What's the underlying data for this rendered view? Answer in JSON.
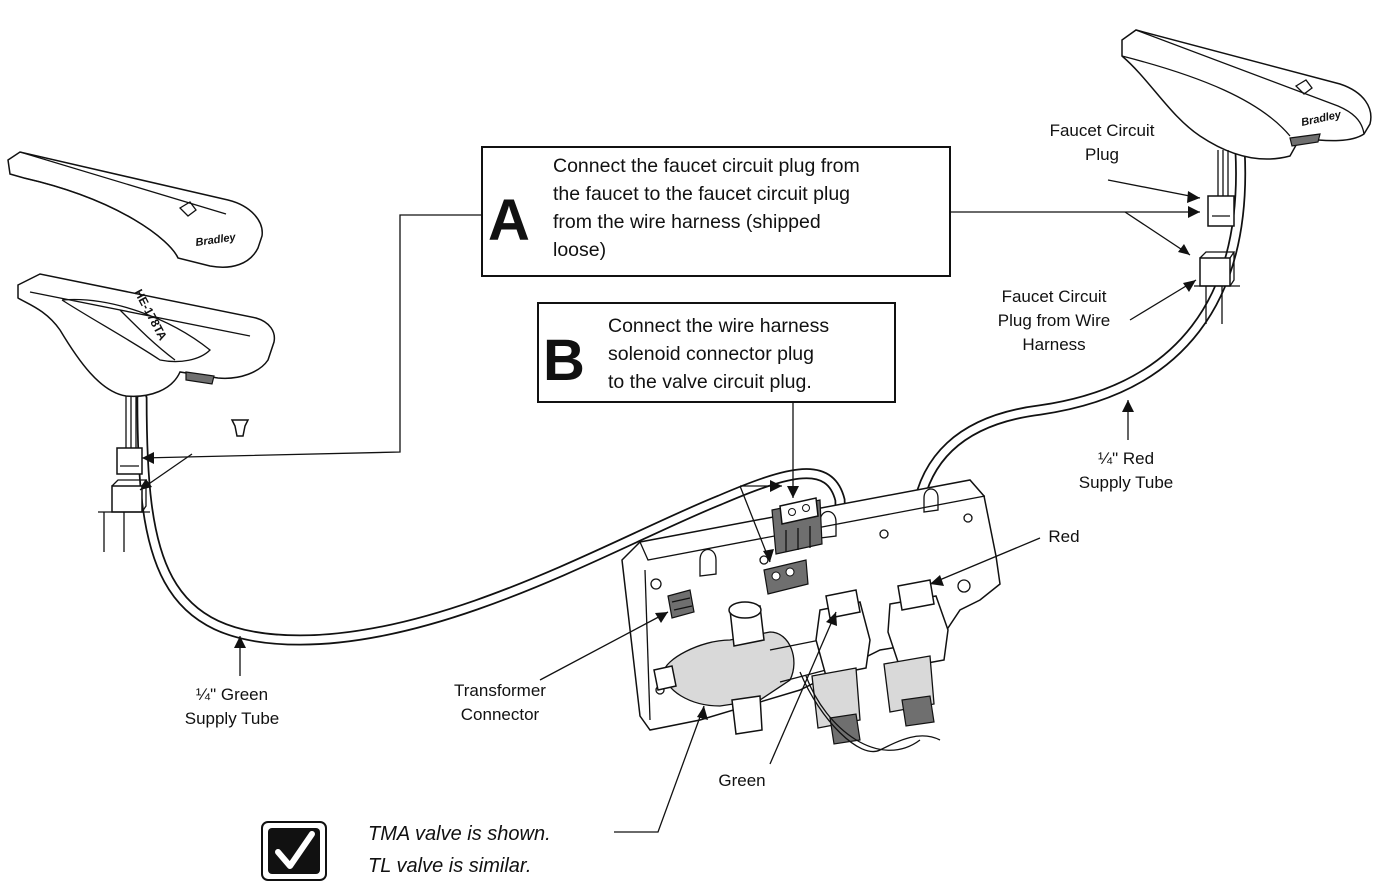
{
  "steps": {
    "a": {
      "letter": "A",
      "lines": [
        "Connect the faucet circuit plug from",
        "the faucet to the faucet circuit plug",
        "from the wire harness (shipped",
        "loose)"
      ]
    },
    "b": {
      "letter": "B",
      "lines": [
        "Connect the wire harness",
        "solenoid connector plug",
        "to the valve circuit plug."
      ]
    }
  },
  "labels": {
    "faucet_circuit_plug": [
      "Faucet Circuit",
      "Plug"
    ],
    "faucet_plug_from_harness": [
      "Faucet Circuit",
      "Plug from Wire",
      "Harness"
    ],
    "red_supply_tube": [
      "¼\" Red",
      "Supply Tube"
    ],
    "red": "Red",
    "green_supply_tube": [
      "¼\" Green",
      "Supply Tube"
    ],
    "transformer_connector": [
      "Transformer",
      "Connector"
    ],
    "green": "Green"
  },
  "note": {
    "lines": [
      "TMA valve is shown.",
      "TL valve is similar."
    ],
    "icon": "checkmark-icon"
  },
  "brand": {
    "logo_text": "Bradley",
    "housing_marking": "HE-178TA"
  }
}
